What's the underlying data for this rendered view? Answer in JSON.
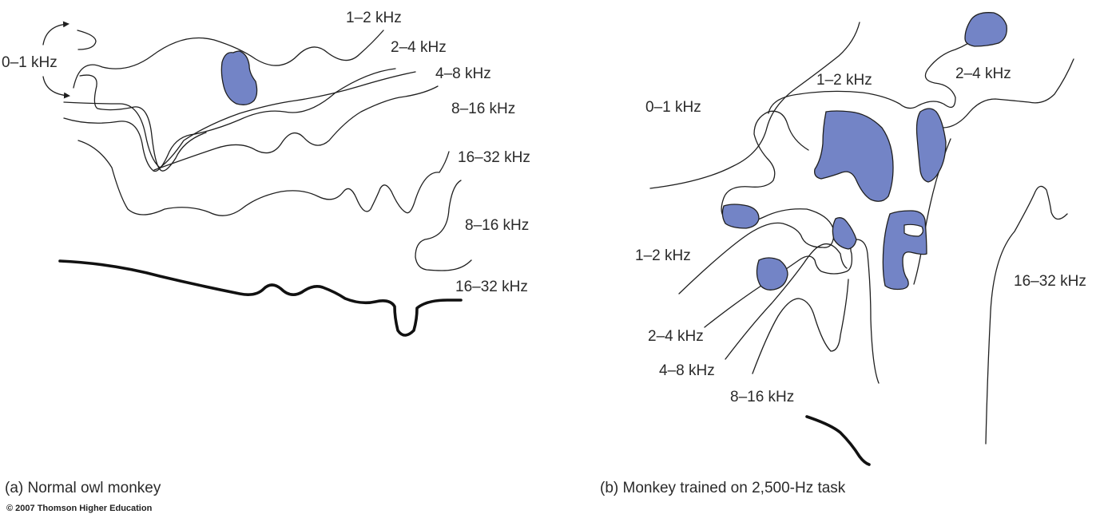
{
  "colors": {
    "region_fill": "#7384c6",
    "background": "#ffffff",
    "line": "#1f1f1f"
  },
  "panel_a": {
    "caption": "(a) Normal owl monkey",
    "labels": {
      "l_0_1": "0–1 kHz",
      "l_1_2": "1–2 kHz",
      "l_2_4": "2–4 kHz",
      "l_4_8": "4–8 kHz",
      "l_8_16_top": "8–16 kHz",
      "l_16_32_top": "16–32 kHz",
      "l_8_16_mid": "8–16 kHz",
      "l_16_32_bot": "16–32 kHz"
    }
  },
  "panel_b": {
    "caption": "(b) Monkey trained on 2,500-Hz task",
    "labels": {
      "l_0_1": "0–1 kHz",
      "l_1_2_top": "1–2 kHz",
      "l_2_4_top": "2–4 kHz",
      "l_16_32": "16–32 kHz",
      "l_1_2_low": "1–2 kHz",
      "l_2_4_low": "2–4 kHz",
      "l_4_8": "4–8 kHz",
      "l_8_16": "8–16 kHz"
    }
  },
  "copyright": "© 2007 Thomson Higher Education"
}
